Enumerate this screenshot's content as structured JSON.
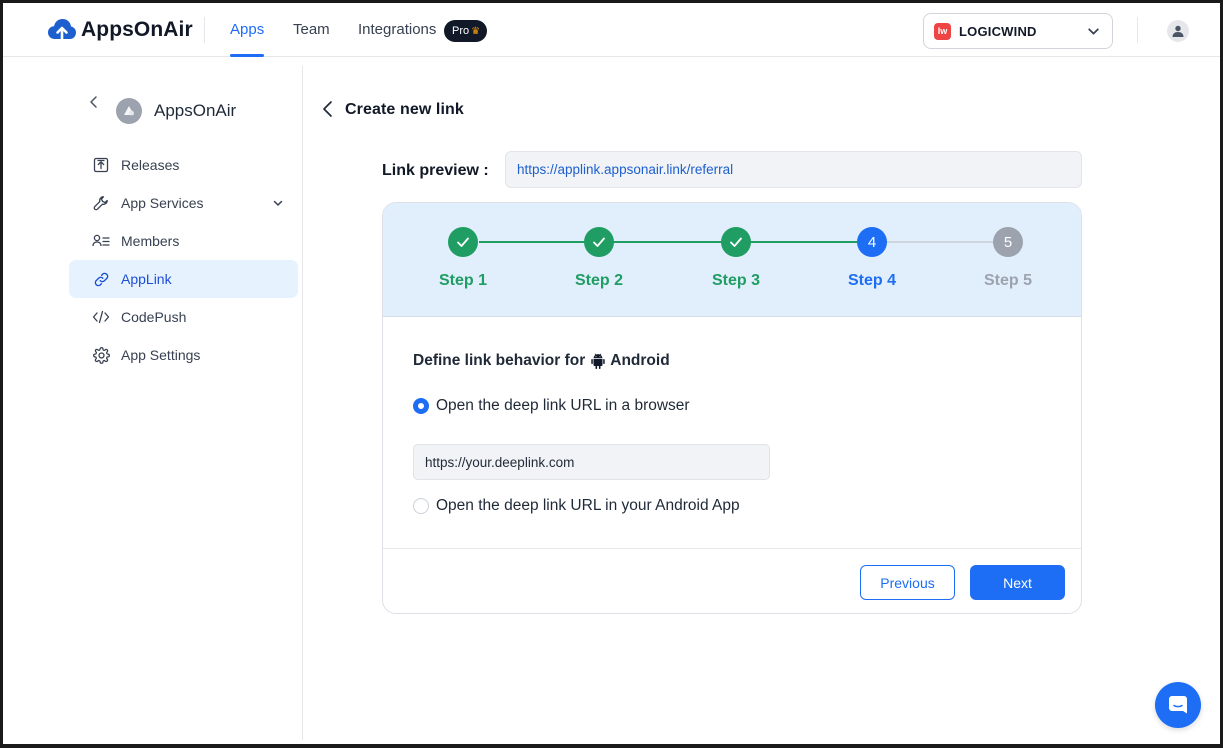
{
  "brand": {
    "name": "AppsOnAir",
    "accent": "#1d6ef5"
  },
  "nav": {
    "apps": "Apps",
    "team": "Team",
    "integrations": "Integrations",
    "pro_badge": "Pro"
  },
  "org": {
    "logo_text": "lw",
    "name": "LOGICWIND"
  },
  "sidebar": {
    "app_name": "AppsOnAir",
    "items": [
      {
        "label": "Releases",
        "icon": "upload-box-icon"
      },
      {
        "label": "App Services",
        "icon": "wrench-icon"
      },
      {
        "label": "Members",
        "icon": "members-icon"
      },
      {
        "label": "AppLink",
        "icon": "link-icon",
        "active": true
      },
      {
        "label": "CodePush",
        "icon": "code-icon"
      },
      {
        "label": "App Settings",
        "icon": "gear-icon"
      }
    ]
  },
  "main": {
    "title": "Create new link",
    "preview_label": "Link preview :",
    "preview_url": "https://applink.appsonair.link/referral",
    "steps": [
      {
        "label": "Step 1",
        "state": "done"
      },
      {
        "label": "Step 2",
        "state": "done"
      },
      {
        "label": "Step 3",
        "state": "done"
      },
      {
        "label": "Step 4",
        "state": "current",
        "number": "4"
      },
      {
        "label": "Step 5",
        "state": "todo",
        "number": "5"
      }
    ],
    "behavior_prefix": "Define link behavior for",
    "platform": "Android",
    "option_browser": "Open the deep link URL in a browser",
    "url_value": "https://your.deeplink.com",
    "option_app": "Open the deep link URL in your Android App",
    "selected_option": "browser",
    "previous_label": "Previous",
    "next_label": "Next"
  },
  "colors": {
    "done": "#1f9d63",
    "current": "#1d6ef5",
    "todo": "#9ca3af",
    "stepper_bg": "#e1eefc"
  }
}
